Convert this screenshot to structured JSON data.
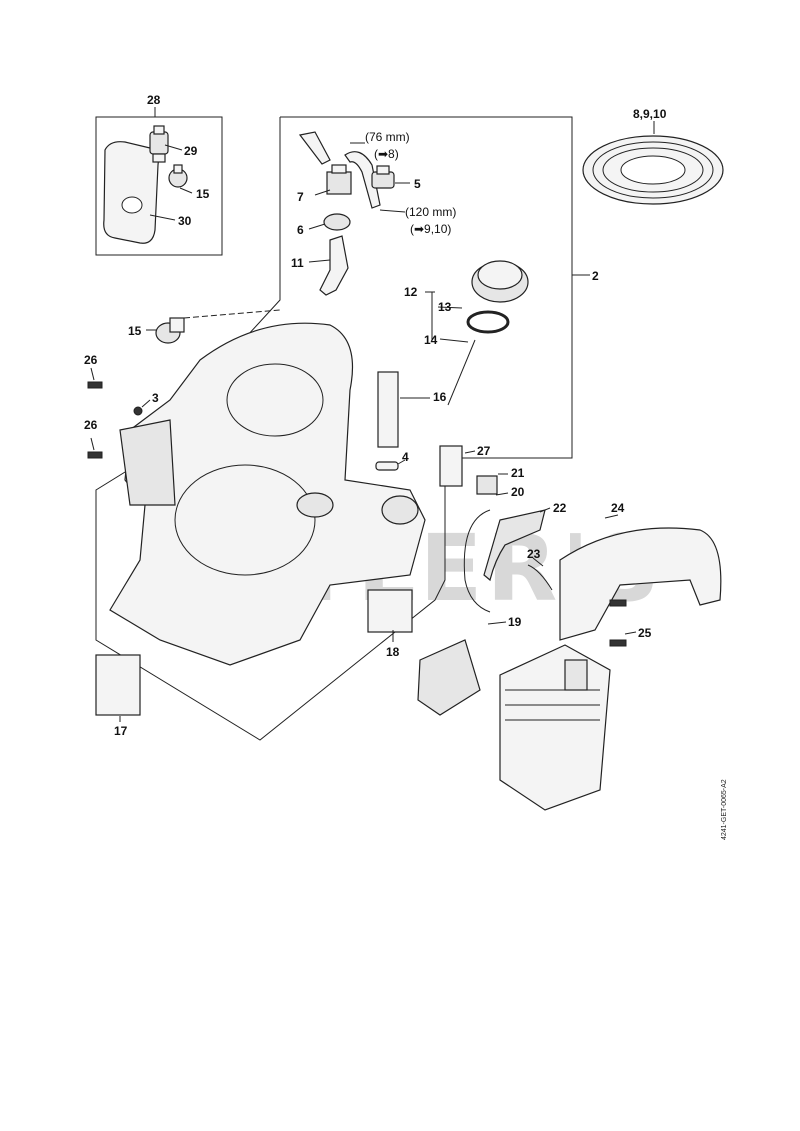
{
  "watermark": "CUTLER'S",
  "document_id": "4241-GET-0065-A2",
  "callouts": [
    {
      "id": "c28",
      "text": "28"
    },
    {
      "id": "c29",
      "text": "29"
    },
    {
      "id": "c15a",
      "text": "15"
    },
    {
      "id": "c30",
      "text": "30"
    },
    {
      "id": "c8910",
      "text": "8,9,10"
    },
    {
      "id": "c7",
      "text": "7"
    },
    {
      "id": "c5",
      "text": "5"
    },
    {
      "id": "c6",
      "text": "6"
    },
    {
      "id": "c11",
      "text": "11"
    },
    {
      "id": "c2",
      "text": "2"
    },
    {
      "id": "c12",
      "text": "12"
    },
    {
      "id": "c13",
      "text": "13"
    },
    {
      "id": "c14",
      "text": "14"
    },
    {
      "id": "c15b",
      "text": "15"
    },
    {
      "id": "c26a",
      "text": "26"
    },
    {
      "id": "c3",
      "text": "3"
    },
    {
      "id": "c16",
      "text": "16"
    },
    {
      "id": "c26b",
      "text": "26"
    },
    {
      "id": "c4",
      "text": "4"
    },
    {
      "id": "c27",
      "text": "27"
    },
    {
      "id": "c21",
      "text": "21"
    },
    {
      "id": "c20",
      "text": "20"
    },
    {
      "id": "c22",
      "text": "22"
    },
    {
      "id": "c24",
      "text": "24"
    },
    {
      "id": "c23",
      "text": "23"
    },
    {
      "id": "c19",
      "text": "19"
    },
    {
      "id": "c25",
      "text": "25"
    },
    {
      "id": "c18",
      "text": "18"
    },
    {
      "id": "c17",
      "text": "17"
    }
  ],
  "notes": {
    "hose_short": "(76 mm)",
    "hose_short_ref": "(➡8)",
    "hose_long": "(120 mm)",
    "hose_long_ref": "(➡9,10)"
  }
}
